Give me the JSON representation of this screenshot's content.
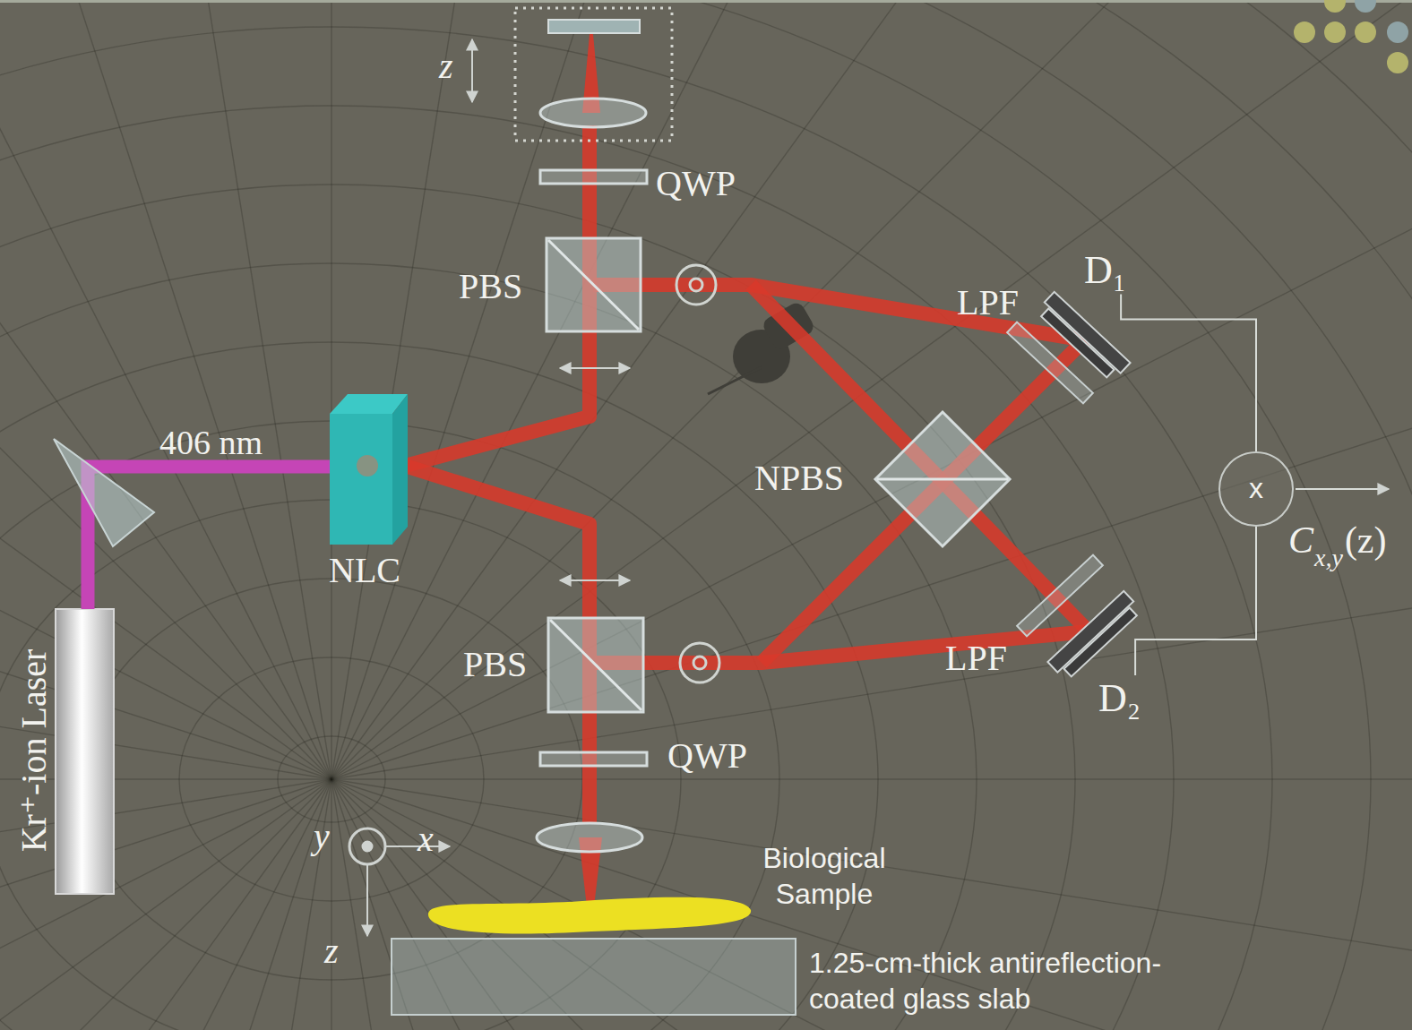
{
  "diagram": {
    "nodes": [
      {
        "text": [
          "D₁"
        ]
      },
      {
        "text": [
          "x"
        ]
      },
      {
        "text": [
          "D₂"
        ]
      }
    ],
    "edges": [
      {
        "from": 0,
        "to": 1,
        "arrow": "none"
      },
      {
        "from": 2,
        "to": 1,
        "arrow": "none"
      }
    ],
    "labels": [
      "z",
      "QWP",
      "PBS",
      "LPF",
      "406 nm",
      "NPBS",
      "NLC",
      "PBS",
      "LPF",
      "QWP",
      "C",
      "x,y",
      "(z)",
      "Kr⁺-ion Laser",
      "y",
      "x",
      "Biological Sample",
      "z",
      "1.25-cm-thick antireflection-coated glass slab"
    ]
  }
}
